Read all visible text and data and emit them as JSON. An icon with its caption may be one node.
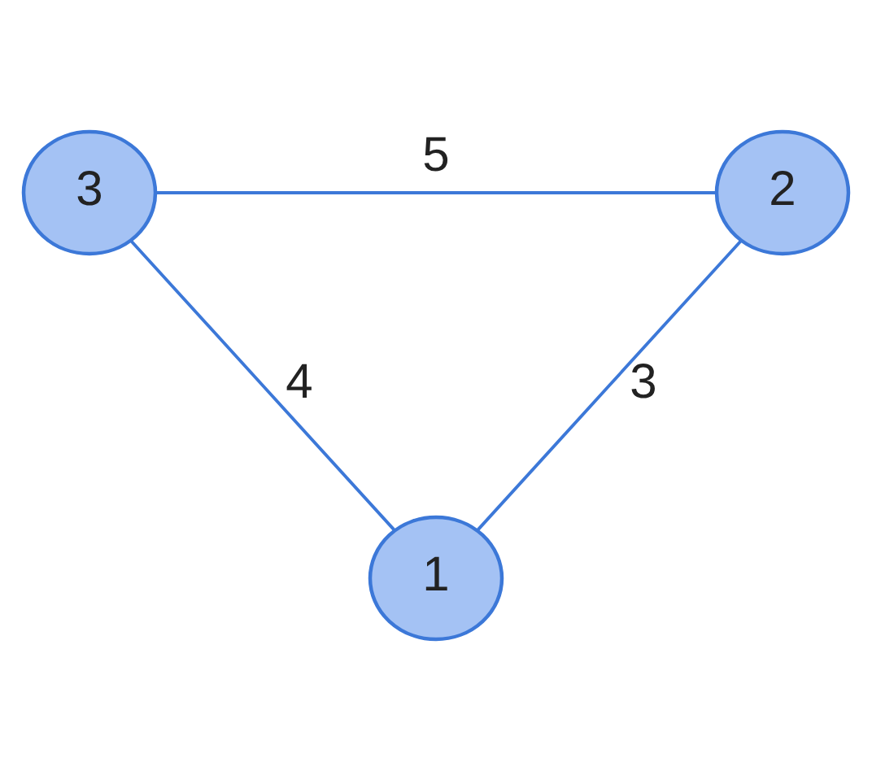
{
  "diagram": {
    "nodes": [
      {
        "text": [
          "3"
        ]
      },
      {
        "text": [
          "2"
        ]
      },
      {
        "text": [
          "1"
        ]
      }
    ],
    "edges": [
      {
        "from": 0,
        "to": 1,
        "arrow": "none",
        "label": "5"
      },
      {
        "from": 0,
        "to": 2,
        "arrow": "none",
        "label": "4"
      },
      {
        "from": 1,
        "to": 2,
        "arrow": "none",
        "label": "3"
      }
    ]
  }
}
